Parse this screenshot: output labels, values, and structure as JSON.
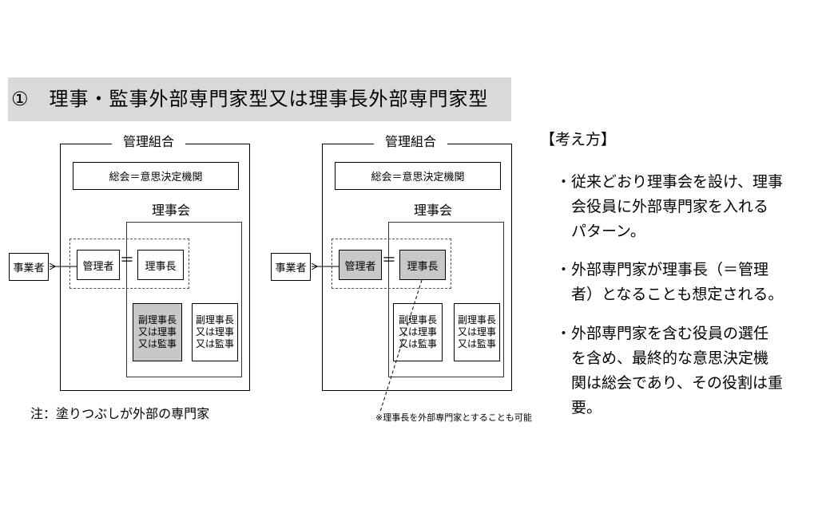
{
  "title": "①　理事・監事外部専門家型又は理事長外部専門家型",
  "left_diagram": {
    "org_label": "管理組合",
    "general_meeting": "総会＝意思決定機関",
    "board_label": "理事会",
    "company": "事業者",
    "manager": "管理者",
    "equals": "＝",
    "chairman": "理事長",
    "vice_outside": "副理事長\n又は理事\n又は監事",
    "vice_inside": "副理事長\n又は理事\n又は監事"
  },
  "right_diagram": {
    "org_label": "管理組合",
    "general_meeting": "総会＝意思決定機関",
    "board_label": "理事会",
    "company": "事業者",
    "manager": "管理者",
    "equals": "＝",
    "chairman": "理事長",
    "vice_a": "副理事長\n又は理事\n又は監事",
    "vice_b": "副理事長\n又は理事\n又は監事"
  },
  "note": "注：塗りつぶしが外部の専門家",
  "footnote": "※理事長を外部専門家とすることも可能",
  "thinking": {
    "heading": "【考え方】",
    "bullets": [
      "・従来どおり理事会を設け、理事\n　会役員に外部専門家を入れる\n　パターン。",
      "・外部専門家が理事長（＝管理\n　者）となることも想定される。",
      "・外部専門家を含む役員の選任\n　を含め、最終的な意思決定機\n　関は総会であり、その役割は重\n　要。"
    ]
  },
  "colors": {
    "title_bg": "#d9d9d9",
    "fill_outside_expert": "#c8c8c8"
  }
}
